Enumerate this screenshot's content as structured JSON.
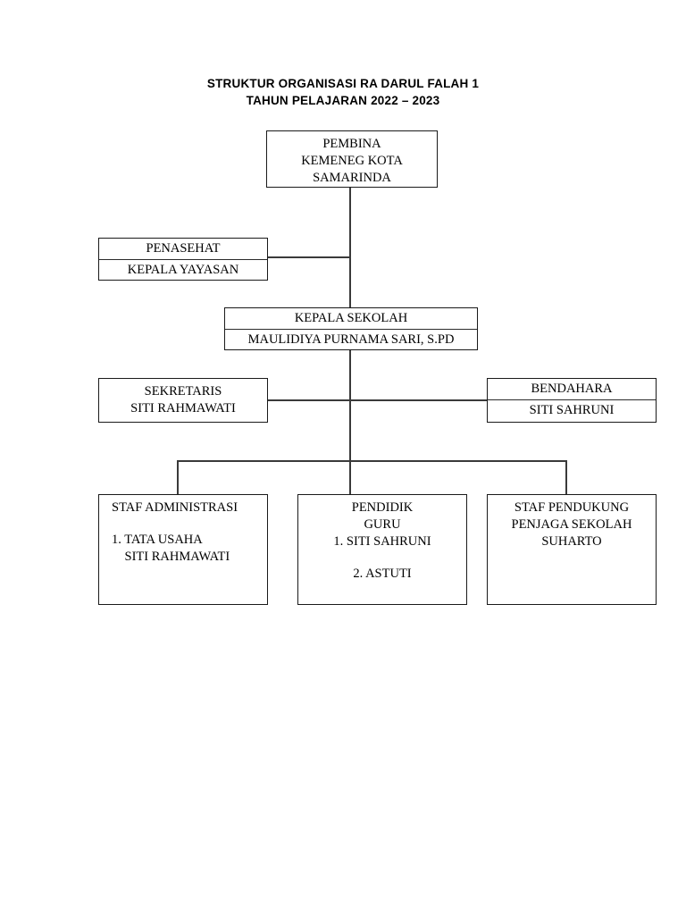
{
  "document": {
    "title_lines": [
      "STRUKTUR ORGANISASI RA DARUL FALAH 1",
      "TAHUN PELAJARAN 2022 – 2023"
    ]
  },
  "chart_nodes": {
    "pembina": {
      "line1": "PEMBINA",
      "line2": "KEMENEG KOTA",
      "line3": "SAMARINDA"
    },
    "penasehat": {
      "role": "PENASEHAT",
      "name": "KEPALA YAYASAN"
    },
    "kepala_sekolah": {
      "role": "KEPALA SEKOLAH",
      "name": "MAULIDIYA PURNAMA SARI, S.PD"
    },
    "sekretaris": {
      "role": "SEKRETARIS",
      "name": "SITI RAHMAWATI"
    },
    "bendahara": {
      "role": "BENDAHARA",
      "name": "SITI SAHRUNI"
    },
    "staf_administrasi": {
      "heading": "STAF ADMINISTRASI",
      "item1": "1. TATA USAHA",
      "item1_name": "    SITI RAHMAWATI"
    },
    "pendidik": {
      "heading": "PENDIDIK",
      "subheading": "GURU",
      "item1": "1. SITI SAHRUNI",
      "item2": "2. ASTUTI"
    },
    "staf_pendukung": {
      "heading": "STAF PENDUKUNG",
      "role": "PENJAGA SEKOLAH",
      "name": "SUHARTO"
    }
  },
  "style": {
    "border_color": "#1a1a1a",
    "line_color": "#3a3a3a",
    "background": "#ffffff",
    "text_color": "#000000"
  }
}
